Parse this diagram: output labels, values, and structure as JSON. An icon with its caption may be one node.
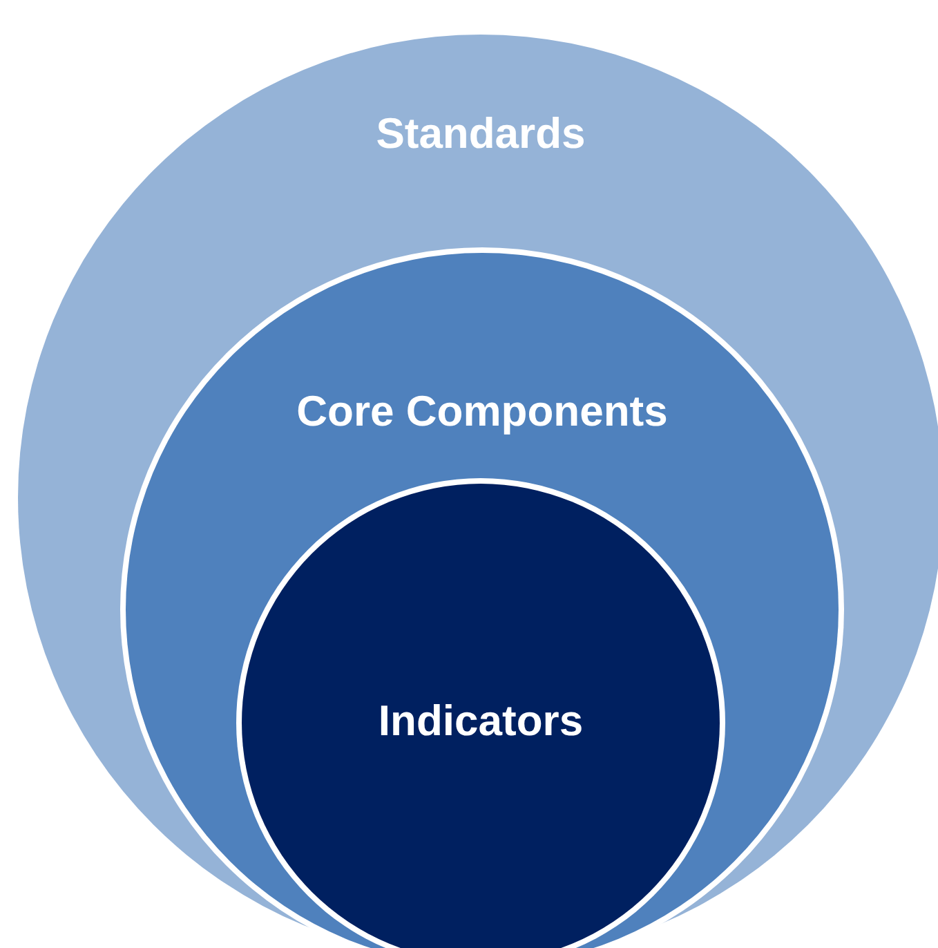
{
  "diagram": {
    "nodes": [
      {
        "text": [
          "Standards"
        ]
      },
      {
        "text": [
          "Core Components"
        ],
        "in": 0
      },
      {
        "text": [
          "Indicators"
        ],
        "in": 1
      }
    ]
  }
}
